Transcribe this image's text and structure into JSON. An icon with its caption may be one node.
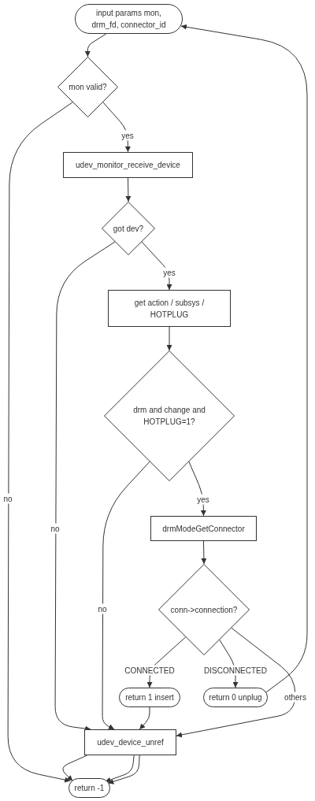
{
  "diagram": {
    "nodes": [
      {
        "text": [
          "input params mon, drm_fd, connector_id"
        ]
      },
      {
        "text": [
          "mon valid?"
        ]
      },
      {
        "text": [
          "udev_monitor_receive_device"
        ]
      },
      {
        "text": [
          "got dev?"
        ]
      },
      {
        "text": [
          "get action / subsys / HOTPLUG"
        ]
      },
      {
        "text": [
          "drm and change and HOTPLUG=1?"
        ]
      },
      {
        "text": [
          "drmModeGetConnector"
        ]
      },
      {
        "text": [
          "conn->connection?"
        ]
      },
      {
        "text": [
          "return 1 insert"
        ]
      },
      {
        "text": [
          "return 0 unplug"
        ]
      },
      {
        "text": [
          "udev_device_unref"
        ]
      },
      {
        "text": [
          "return -1"
        ]
      }
    ],
    "edges": [
      {
        "from": 0,
        "to": 1,
        "arrow": "to"
      },
      {
        "from": 1,
        "to": 2,
        "label": "yes",
        "arrow": "to"
      },
      {
        "from": 1,
        "to": 11,
        "label": "no",
        "arrow": "to"
      },
      {
        "from": 2,
        "to": 3,
        "arrow": "to"
      },
      {
        "from": 3,
        "to": 4,
        "label": "yes",
        "arrow": "to"
      },
      {
        "from": 3,
        "to": 10,
        "label": "no",
        "arrow": "to"
      },
      {
        "from": 4,
        "to": 5,
        "arrow": "to"
      },
      {
        "from": 5,
        "to": 6,
        "label": "yes",
        "arrow": "to"
      },
      {
        "from": 5,
        "to": 10,
        "label": "no",
        "arrow": "to"
      },
      {
        "from": 6,
        "to": 7,
        "arrow": "to"
      },
      {
        "from": 7,
        "to": 8,
        "label": "CONNECTED",
        "arrow": "to"
      },
      {
        "from": 7,
        "to": 9,
        "label": "DISCONNECTED",
        "arrow": "to"
      },
      {
        "from": 7,
        "to": 10,
        "label": "others",
        "arrow": "to"
      },
      {
        "from": 8,
        "to": 10,
        "arrow": "to"
      },
      {
        "from": 9,
        "to": 0,
        "arrow": "to"
      },
      {
        "from": 10,
        "to": 11,
        "arrow": "to"
      },
      {
        "from": 10,
        "to": 11,
        "arrow": "to"
      },
      {
        "from": 10,
        "to": 11,
        "arrow": "to"
      }
    ]
  }
}
